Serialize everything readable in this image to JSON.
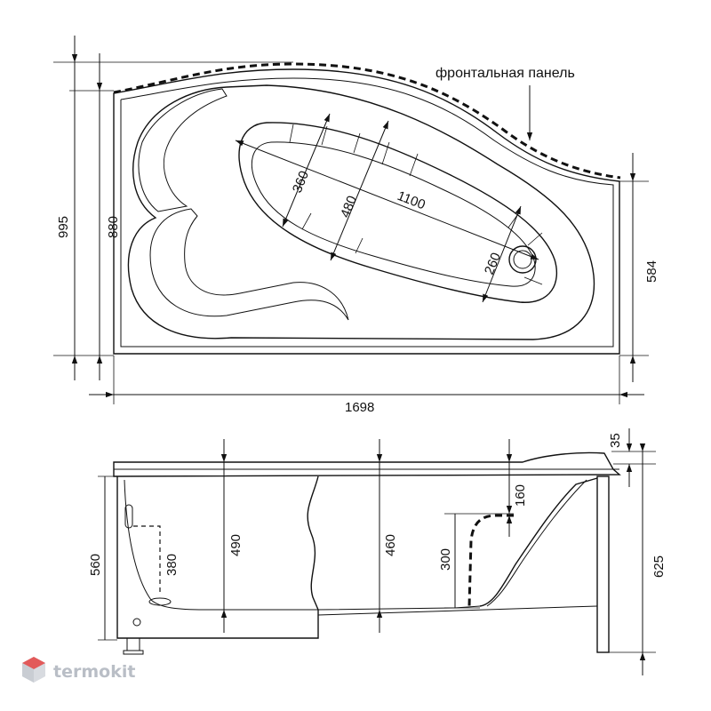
{
  "top_view": {
    "note": "фронтальная панель",
    "dims": {
      "total_width": "995",
      "inner_width": "880",
      "right_height": "584",
      "length": "1698",
      "bowl_length": "1100",
      "bowl_width_a": "360",
      "bowl_width_b": "480",
      "drain_width": "260"
    }
  },
  "side_view": {
    "dims": {
      "height_560": "560",
      "depth_490": "490",
      "depth_460": "460",
      "lip_35": "35",
      "seat_160": "160",
      "drain_380": "380",
      "overflow_300": "300",
      "total_625": "625"
    }
  },
  "logo": {
    "text": "termokit"
  },
  "colors": {
    "line": "#111111",
    "logo": "#b9bec6",
    "logo_accent": "#e25a5a"
  }
}
